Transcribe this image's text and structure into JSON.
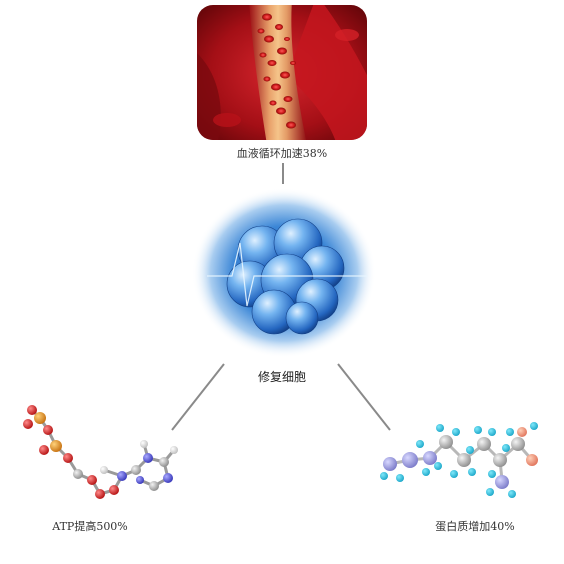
{
  "top_image": {
    "label": "血液循环加速38%",
    "icon": "blood-vessel-red-cells"
  },
  "center": {
    "label": "修复细胞",
    "icon": "cell-cluster-sphere"
  },
  "left": {
    "label": "ATP提高500%",
    "icon": "atp-molecule"
  },
  "right": {
    "label": "蛋白质增加40%",
    "icon": "protein-molecule"
  },
  "colors": {
    "connector": "#8a8a8a",
    "blood": "#c0141c",
    "cell": "#2f7fd8",
    "atom_red": "#d21e1e",
    "atom_orange": "#e0891b",
    "atom_cyan": "#4fd3ec"
  }
}
